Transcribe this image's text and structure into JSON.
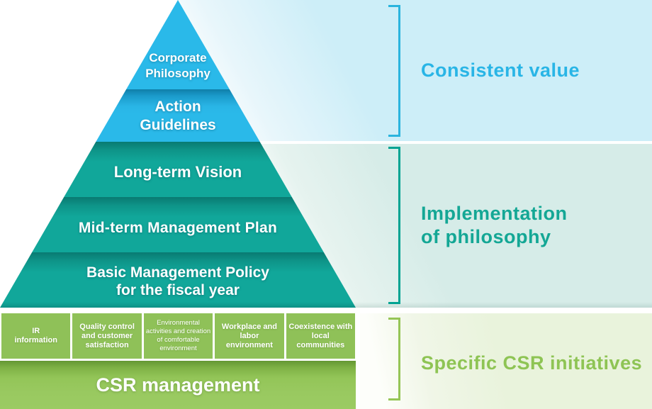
{
  "pyramid": {
    "layers": [
      {
        "id": "corporate-philosophy",
        "label": "Corporate\nPhilosophy"
      },
      {
        "id": "action-guidelines",
        "label": "Action\nGuidelines"
      },
      {
        "id": "long-term-vision",
        "label": "Long-term Vision"
      },
      {
        "id": "mid-term-management-plan",
        "label": "Mid-term Management Plan"
      },
      {
        "id": "basic-management-policy",
        "label": "Basic Management Policy\nfor the fiscal year"
      }
    ]
  },
  "sections": [
    {
      "id": "consistent-value",
      "label": "Consistent value",
      "text_color": "#29b5e6",
      "panel_color": "#cdeef8",
      "bracket_color": "#2ab4de"
    },
    {
      "id": "implementation-of-philosophy",
      "label": "Implementation\nof philosophy",
      "text_color": "#14a795",
      "panel_color": "#d6ece8",
      "bracket_color": "#00a392"
    },
    {
      "id": "specific-csr-initiatives",
      "label": "Specific CSR initiatives",
      "text_color": "#8ec454",
      "panel_color": "#e9f3dc",
      "bracket_color": "#95c556"
    }
  ],
  "csr": {
    "blocks": [
      {
        "label": "IR\ninformation"
      },
      {
        "label": "Quality control\nand customer\nsatisfaction"
      },
      {
        "label": "Environmental\nactivities and creation\nof comfortable\nenvironment"
      },
      {
        "label": "Workplace and\nlabor\nenvironment"
      },
      {
        "label": "Coexistence with\nlocal\ncommunities"
      }
    ],
    "management_label": "CSR management"
  },
  "colors": {
    "pyramid_blue": "#2ab9e9",
    "pyramid_teal": "#11a79a",
    "csr_block_green": "#8fc158",
    "csr_band_green": "#93c558",
    "text_white": "#ffffff"
  }
}
